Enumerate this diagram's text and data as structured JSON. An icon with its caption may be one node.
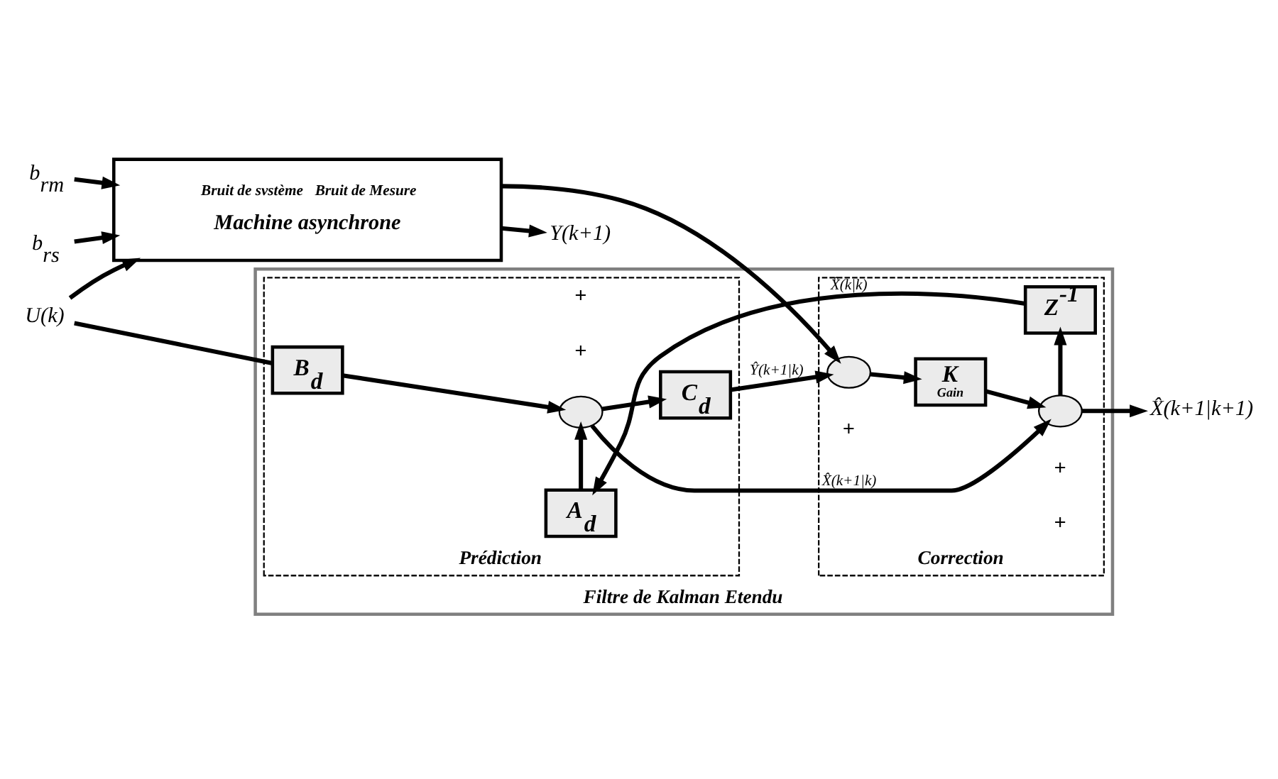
{
  "diagram": {
    "nodes": [
      {
        "text": [
          "b$_{rs}$"
        ]
      },
      {
        "text": [
          "Bruit de svstème",
          "Bruit de Mesure",
          "Machine asynchrone"
        ]
      },
      {
        "text": [
          "b$_{rm}$"
        ]
      },
      {
        "text": [
          "U(k)"
        ]
      },
      {
        "text": [
          "Y(k+1)"
        ]
      },
      {
        "text": [
          "Filtre de Kalman Etendu"
        ]
      },
      {
        "text": [
          "Prédiction"
        ],
        "in": 5
      },
      {
        "text": [
          "Correction"
        ],
        "in": 5
      },
      {
        "text": [
          "C$_{d}$"
        ],
        "in": 6
      },
      {
        "text": [
          "B$_{d}$"
        ],
        "in": 6
      },
      {
        "text": [],
        "shape": "circle",
        "in": 6
      },
      {
        "text": [
          "A$_{d}$"
        ],
        "in": 6
      },
      {
        "text": [],
        "shape": "circle",
        "in": 7
      },
      {
        "text": [
          "K",
          "Gain"
        ],
        "in": 7
      },
      {
        "text": [],
        "shape": "circle",
        "in": 7
      },
      {
        "text": [
          "Z$^{-1}$"
        ],
        "in": 7
      },
      {
        "text": [
          "X̂(k+1|k+1)"
        ]
      }
    ],
    "edges": [
      {
        "from": 0,
        "to": 1,
        "arrow": "to"
      },
      {
        "from": 2,
        "to": 1,
        "arrow": "to"
      },
      {
        "from": 3,
        "to": 1,
        "arrow": "to"
      },
      {
        "from": 3,
        "to": 9,
        "arrow": "none"
      },
      {
        "from": 1,
        "to": 4,
        "arrow": "to"
      },
      {
        "from": 1,
        "to": 12,
        "arrow": "to"
      },
      {
        "from": 9,
        "to": 10,
        "arrow": "to"
      },
      {
        "from": 10,
        "to": 8,
        "arrow": "to"
      },
      {
        "from": 10,
        "to": 14,
        "arrow": "to",
        "label": "X̂(k+1|k)"
      },
      {
        "from": 8,
        "to": 12,
        "arrow": "to",
        "label": "Ŷ(k+1|k)"
      },
      {
        "from": 12,
        "to": 13,
        "arrow": "to"
      },
      {
        "from": 13,
        "to": 14,
        "arrow": "to"
      },
      {
        "from": 14,
        "to": 16,
        "arrow": "to"
      },
      {
        "from": 14,
        "to": 15,
        "arrow": "to"
      },
      {
        "from": 15,
        "to": 11,
        "arrow": "to",
        "label": "X̂(k|k)"
      },
      {
        "from": 11,
        "to": 10,
        "arrow": "to"
      }
    ],
    "labels": [
      "+",
      "+",
      "+",
      "+",
      "+"
    ]
  }
}
